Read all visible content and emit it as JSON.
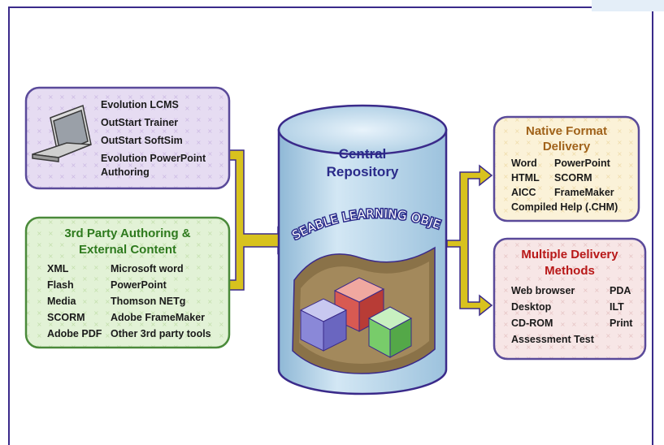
{
  "repository": {
    "title_line1": "Central",
    "title_line2": "Repository",
    "curved_label": "REUSEABLE LEARNING OBJECTS"
  },
  "outstart_tools": {
    "items": [
      "Evolution LCMS",
      "OutStart Trainer",
      "OutStart SoftSim",
      "Evolution PowerPoint",
      "Authoring"
    ]
  },
  "third_party": {
    "title_line1": "3rd Party Authoring &",
    "title_line2": "External Content",
    "col1": [
      "XML",
      "Flash",
      "Media",
      "SCORM",
      "Adobe PDF"
    ],
    "col2": [
      "Microsoft word",
      "PowerPoint",
      "Thomson NETg",
      "Adobe FrameMaker",
      "Other 3rd party tools"
    ]
  },
  "native_format": {
    "title_line1": "Native Format",
    "title_line2": "Delivery",
    "col1": [
      "Word",
      "HTML",
      "AICC"
    ],
    "col2": [
      "PowerPoint",
      "SCORM",
      "FrameMaker"
    ],
    "footer": "Compiled Help (.CHM)"
  },
  "delivery_methods": {
    "title_line1": "Multiple Delivery",
    "title_line2": "Methods",
    "col1": [
      "Web browser",
      "Desktop",
      "CD-ROM",
      "Assessment Test"
    ],
    "col2": [
      "PDA",
      "ILT",
      "Print"
    ]
  },
  "colors": {
    "frame": "#3a2a8a",
    "arrow_fill": "#d8c21e",
    "arrow_stroke": "#3a2a8a",
    "purple_box": "#e6dcf2",
    "green_box": "#e2f2d6",
    "yellow_box": "#fbf2d8",
    "pink_box": "#f7e6e6",
    "cylinder": "#b9d6ea"
  },
  "icons": [
    "laptop-icon",
    "cube-blue-icon",
    "cube-red-icon",
    "cube-green-icon"
  ]
}
